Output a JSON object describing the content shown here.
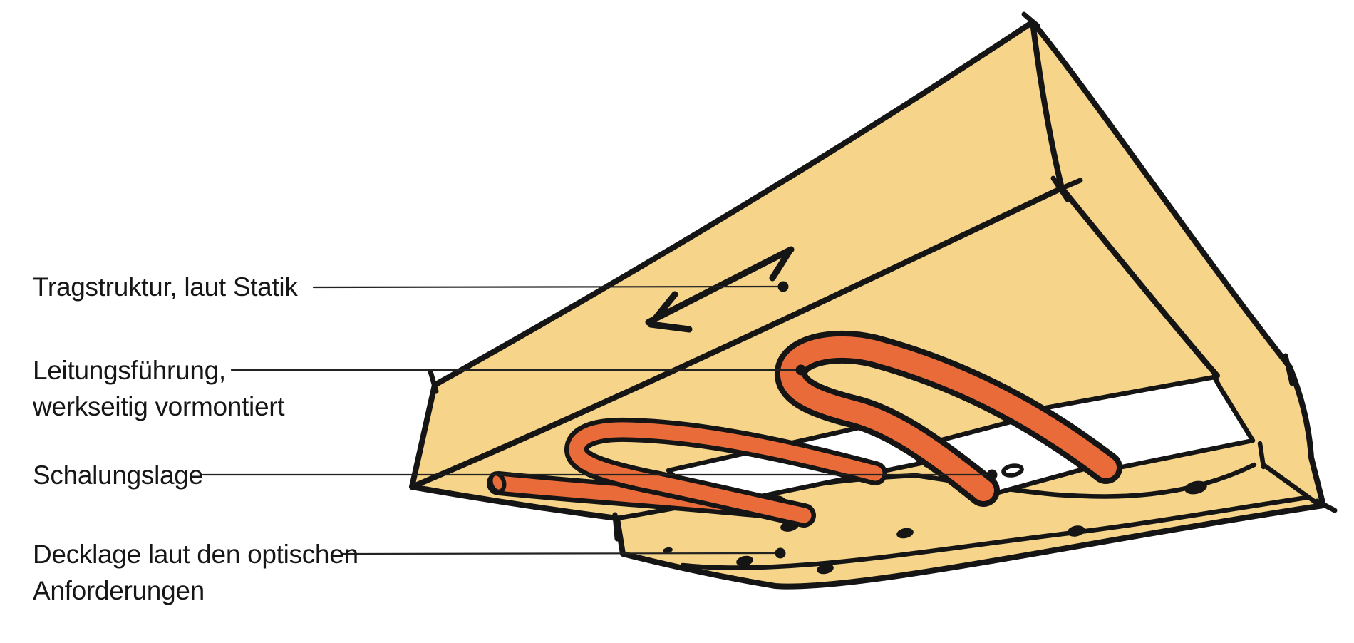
{
  "diagram": {
    "title": "Hand-drawn sketch of a prefabricated timber ceiling element seen from below",
    "colors": {
      "wood": "#F6D58A",
      "conduit": "#E96B39",
      "ink": "#151515",
      "board": "#FFFFFF",
      "leader": "#222222"
    },
    "labels": {
      "tragstruktur": {
        "text": "Tragstruktur, laut Statik"
      },
      "leitungsfuehrung": {
        "line1": "Leitungsführung,",
        "line2": "werkseitig vormontiert"
      },
      "schalungslage": {
        "text": "Schalungslage"
      },
      "decklage": {
        "line1": "Decklage laut den optischen",
        "line2": "Anforderungen"
      }
    },
    "parts": {
      "structure": "load-bearing wedge shaped slab",
      "conduits": "two U-shaped orange conduit loops and one straight orange pipe, factory pre-mounted",
      "formwork": "three white formwork boards",
      "cover": "bottom cover board with fastener holes"
    }
  }
}
